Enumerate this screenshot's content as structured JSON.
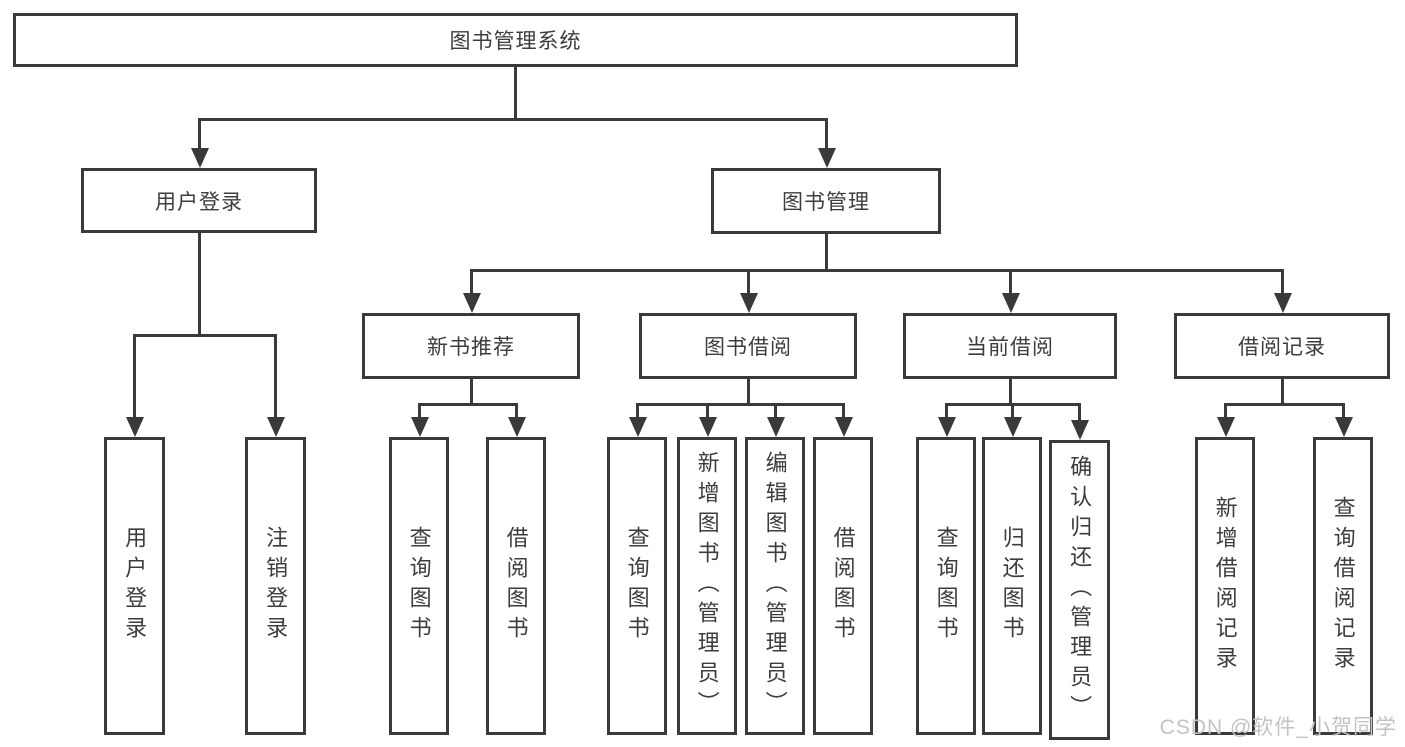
{
  "colors": {
    "line": "#3a3a3a",
    "text": "#3d3d3d",
    "watermark": "#c3c3c3",
    "canvas": "#ffffff"
  },
  "watermark": {
    "text": "CSDN @软件_小贺同学"
  },
  "diagram": {
    "root": {
      "label": "图书管理系统"
    },
    "branches": [
      {
        "label": "用户登录",
        "children": [
          {
            "label": "用户登录"
          },
          {
            "label": "注销登录"
          }
        ]
      },
      {
        "label": "图书管理",
        "children": [
          {
            "label": "新书推荐",
            "children": [
              {
                "label": "查询图书"
              },
              {
                "label": "借阅图书"
              }
            ]
          },
          {
            "label": "图书借阅",
            "children": [
              {
                "label": "查询图书"
              },
              {
                "label": "新增图书（管理员）"
              },
              {
                "label": "编辑图书（管理员）"
              },
              {
                "label": "借阅图书"
              }
            ]
          },
          {
            "label": "当前借阅",
            "children": [
              {
                "label": "查询图书"
              },
              {
                "label": "归还图书"
              },
              {
                "label": "确认归还（管理员）"
              }
            ]
          },
          {
            "label": "借阅记录",
            "children": [
              {
                "label": "新增借阅记录"
              },
              {
                "label": "查询借阅记录"
              }
            ]
          }
        ]
      }
    ]
  }
}
